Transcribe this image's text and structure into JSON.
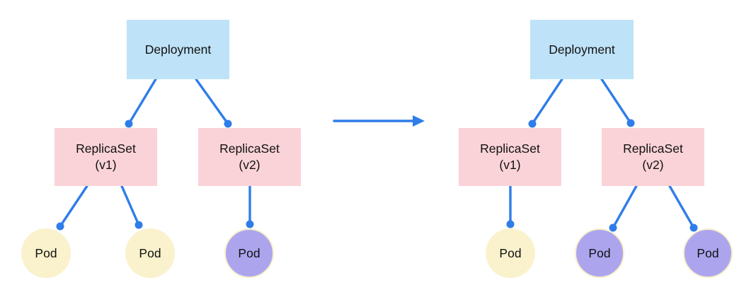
{
  "diagram": {
    "colors": {
      "deployment_fill": "#BEE2F8",
      "replicaset_fill": "#FAD3D8",
      "pod_v1_fill": "#FAF2CD",
      "pod_v2_fill": "#ACA5EE",
      "pod_v2_border": "#F8EFCB",
      "connector": "#2F7DE9",
      "text": "#111111",
      "background": "#FFFFFF"
    },
    "left": {
      "deployment": {
        "label": "Deployment"
      },
      "replicasets": [
        {
          "label": "ReplicaSet",
          "version": "(v1)"
        },
        {
          "label": "ReplicaSet",
          "version": "(v2)"
        }
      ],
      "pods": [
        {
          "label": "Pod",
          "variant": "v1"
        },
        {
          "label": "Pod",
          "variant": "v1"
        },
        {
          "label": "Pod",
          "variant": "v2"
        }
      ]
    },
    "arrow": {
      "direction": "right"
    },
    "right": {
      "deployment": {
        "label": "Deployment"
      },
      "replicasets": [
        {
          "label": "ReplicaSet",
          "version": "(v1)"
        },
        {
          "label": "ReplicaSet",
          "version": "(v2)"
        }
      ],
      "pods": [
        {
          "label": "Pod",
          "variant": "v1"
        },
        {
          "label": "Pod",
          "variant": "v2"
        },
        {
          "label": "Pod",
          "variant": "v2"
        }
      ]
    }
  }
}
